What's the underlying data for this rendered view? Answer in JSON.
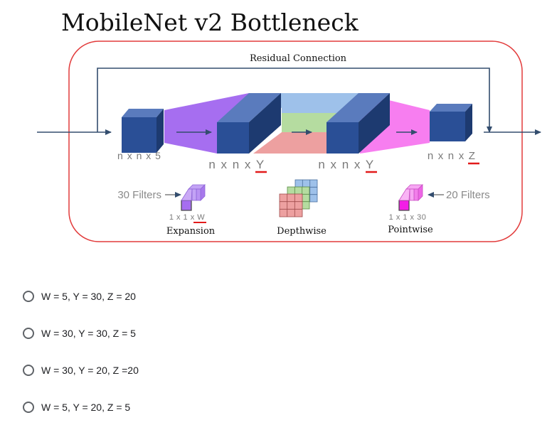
{
  "title": "MobileNet v2 Bottleneck",
  "residual_label": "Residual Connection",
  "dims": {
    "input": "n x n x 5",
    "expanded_prefix": "n x n x ",
    "expanded_var": "Y",
    "depthwise_prefix": "n x n x ",
    "depthwise_var": "Y",
    "output_prefix": "n x n x ",
    "output_var": "Z"
  },
  "expansion": {
    "filters": "30 Filters",
    "kernel_prefix": "1 x 1 x ",
    "kernel_var": "W",
    "label": "Expansion"
  },
  "depthwise": {
    "label": "Depthwise"
  },
  "pointwise": {
    "filters": "20 Filters",
    "kernel": "1 x 1 x 30",
    "label": "Pointwise"
  },
  "colors": {
    "block_front": "#2a4f96",
    "block_top": "#5a7bbd",
    "block_side": "#1d3a70",
    "expansion_fill": "#a66ef0",
    "pointwise_fill": "#f77ef0",
    "depth_blue": "#9ec1ea",
    "depth_green": "#b5dca0",
    "depth_red": "#eda0a0",
    "frame": "#e23b3b",
    "underline": "#e21b1b"
  },
  "options": [
    {
      "text": "W = 5, Y = 30, Z = 20"
    },
    {
      "text": "W = 30, Y = 30, Z = 5"
    },
    {
      "text": "W = 30, Y = 20, Z =20"
    },
    {
      "text": "W = 5, Y = 20, Z = 5"
    }
  ]
}
